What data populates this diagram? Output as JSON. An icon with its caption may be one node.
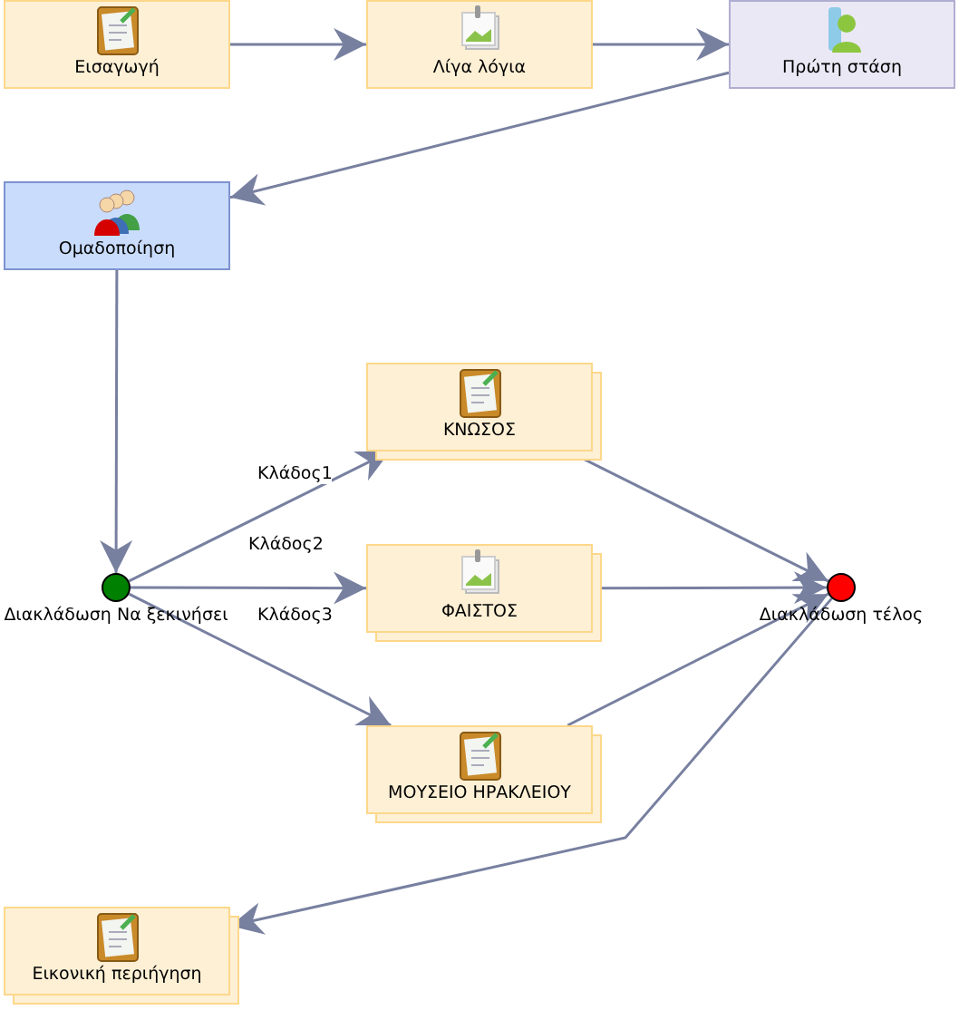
{
  "diagram": {
    "nodes": [
      {
        "text": [
          "Εισαγωγή"
        ]
      },
      {
        "text": [
          "Λίγα λόγια"
        ]
      },
      {
        "text": [
          "Πρώτη στάση"
        ]
      },
      {
        "text": [
          "Ομαδοποίηση"
        ]
      },
      {
        "text": [],
        "shape": "circle",
        "beside": [
          "Διακλάδωση Να ξεκινήσει"
        ]
      },
      {
        "text": [
          "ΚΝΩΣΟΣ"
        ]
      },
      {
        "text": [
          "ΦΑΙΣΤΟΣ"
        ]
      },
      {
        "text": [
          "ΜΟΥΣΕΙΟ ΗΡΑΚΛΕΙΟΥ"
        ]
      },
      {
        "text": [],
        "shape": "circle",
        "beside": [
          "Διακλάδωση τέλος"
        ]
      },
      {
        "text": [
          "Εικονική περιήγηση"
        ]
      }
    ],
    "edges": [
      {
        "from": 0,
        "to": 1,
        "arrow": "to"
      },
      {
        "from": 1,
        "to": 2,
        "arrow": "to"
      },
      {
        "from": 2,
        "to": 3,
        "arrow": "to"
      },
      {
        "from": 3,
        "to": 4,
        "arrow": "to"
      },
      {
        "from": 4,
        "to": 5,
        "arrow": "to",
        "label": "Κλάδος1"
      },
      {
        "from": 4,
        "to": 6,
        "arrow": "to",
        "label": "Κλάδος2"
      },
      {
        "from": 4,
        "to": 7,
        "arrow": "to",
        "label": "Κλάδος3"
      },
      {
        "from": 5,
        "to": 8,
        "arrow": "to"
      },
      {
        "from": 6,
        "to": 8,
        "arrow": "to"
      },
      {
        "from": 7,
        "to": 8,
        "arrow": "to"
      },
      {
        "from": 8,
        "to": 9,
        "arrow": "to"
      }
    ]
  }
}
